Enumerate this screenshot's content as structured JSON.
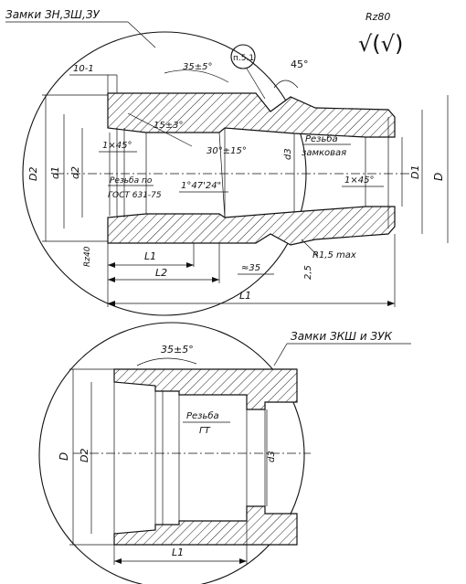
{
  "top_view": {
    "title": "Замки ЗН,ЗШ,ЗУ",
    "roughness_label": "Rz80",
    "roughness_symbol": "√(√)",
    "callout_ref": "п.5.1",
    "angles": {
      "bevel_top": "35±5°",
      "shoulder": "45°",
      "inner_taper": "15±3°",
      "chamfer_left": "1×45°",
      "thread_run": "30°±15°",
      "cone_angle": "1°47'24\"",
      "chamfer_right": "1×45°"
    },
    "thread_labels": {
      "right_line1": "Резьба",
      "right_line2": "замковая",
      "left_line1": "Резьба по",
      "left_line2": "ГОСТ 631-75"
    },
    "dimensions": {
      "depth_10": "10-1",
      "D2": "D2",
      "d1": "d1",
      "d2": "d2",
      "d3": "d3",
      "D1": "D1",
      "D": "D",
      "L1": "L1",
      "L2": "L2",
      "L": "L1",
      "len_35": "≈35",
      "len_25": "2,5",
      "radius": "R1,5 max",
      "rz40": "Rz40"
    }
  },
  "bottom_view": {
    "title": "Замки ЗКШ и ЗУК",
    "angle": "35±5°",
    "thread_line1": "Резьба",
    "thread_line2": "ГТ",
    "dimensions": {
      "D": "D",
      "D2": "D2",
      "d3": "d3",
      "L1": "L1"
    }
  }
}
